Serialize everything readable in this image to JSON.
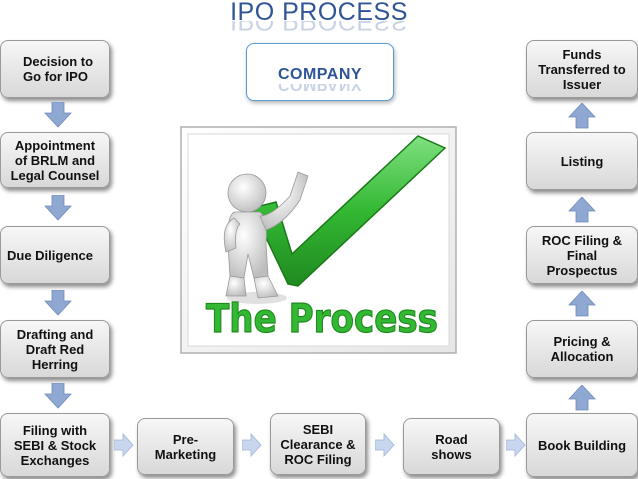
{
  "title": "IPO PROCESS",
  "company": "COMPANY",
  "picture_text": "The Process",
  "left_column": [
    {
      "label": "Decision to Go for IPO",
      "lines": [
        "Decision to",
        "Go for IPO"
      ]
    },
    {
      "label": "Appointment of BRLM and Legal Counsel",
      "lines": [
        "Appointment",
        "of BRLM and",
        "Legal Counsel"
      ]
    },
    {
      "label": "Due Diligence",
      "lines": [
        "Due Diligence"
      ]
    },
    {
      "label": "Drafting and Draft Red Herring",
      "lines": [
        "Drafting and",
        "Draft Red",
        "Herring"
      ]
    },
    {
      "label": "Filing with SEBI & Stock Exchanges",
      "lines": [
        "Filing with",
        "SEBI & Stock",
        "Exchanges"
      ]
    }
  ],
  "bottom_row": [
    {
      "label": "Pre-Marketing",
      "lines": [
        "Pre-",
        "Marketing"
      ]
    },
    {
      "label": "SEBI Clearance & ROC Filing",
      "lines": [
        "SEBI",
        "Clearance &",
        "ROC Filing"
      ]
    },
    {
      "label": "Road shows",
      "lines": [
        "Road",
        "shows"
      ]
    },
    {
      "label": "Book Building",
      "lines": [
        "Book Building"
      ]
    }
  ],
  "right_column": [
    {
      "label": "Pricing & Allocation",
      "lines": [
        "Pricing &",
        "Allocation"
      ]
    },
    {
      "label": "ROC Filing & Final Prospectus",
      "lines": [
        "ROC Filing &",
        "Final",
        "Prospectus"
      ]
    },
    {
      "label": "Listing",
      "lines": [
        "Listing"
      ]
    },
    {
      "label": "Funds Transferred to Issuer",
      "lines": [
        "Funds",
        "Transferred to",
        "Issuer"
      ]
    }
  ],
  "colors": {
    "title": "#2f5597",
    "arrow": "#8fa8d2",
    "check": "#33b833",
    "box_fill_top": "#f7f7f7",
    "box_fill_bottom": "#d8d8d8"
  },
  "icons": [
    "down-arrow-icon",
    "up-arrow-icon",
    "right-arrow-icon",
    "checkmark-icon",
    "person-figure-icon"
  ]
}
